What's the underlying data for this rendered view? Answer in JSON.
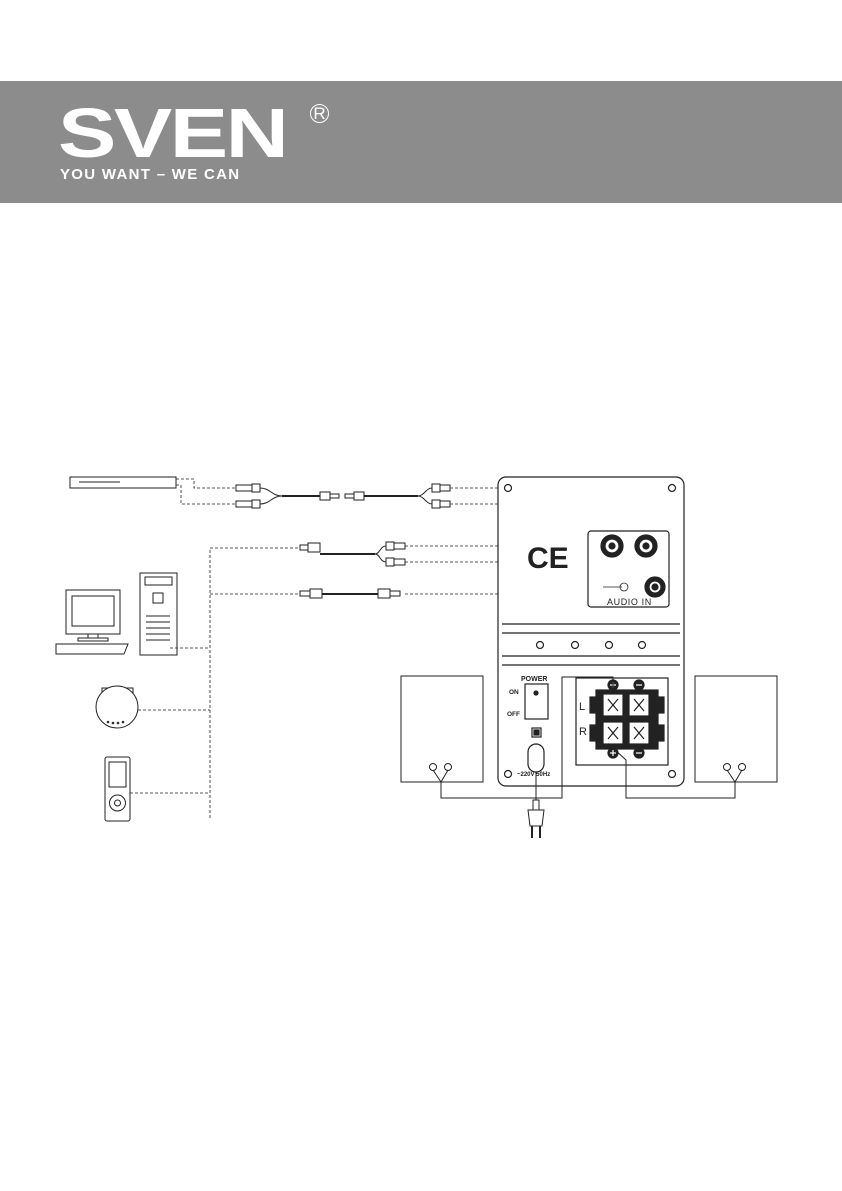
{
  "logo": {
    "brand": "SVEN",
    "registered": "R",
    "slogan": "YOU WANT – WE CAN"
  },
  "speaker_panel": {
    "audio_in_label": "AUDIO IN",
    "ce_mark": "CE",
    "power_label": "POWER",
    "on_label": "ON",
    "off_label": "OFF",
    "left_label": "L",
    "right_label": "R",
    "voltage_label": "~220V 50Hz"
  },
  "colors": {
    "header": "#8c8c8c",
    "line": "#222222"
  },
  "icons": [
    "dvd-player-icon",
    "pc-icon",
    "cd-player-icon",
    "mp3-player-icon",
    "power-plug-icon",
    "speaker-icon"
  ]
}
